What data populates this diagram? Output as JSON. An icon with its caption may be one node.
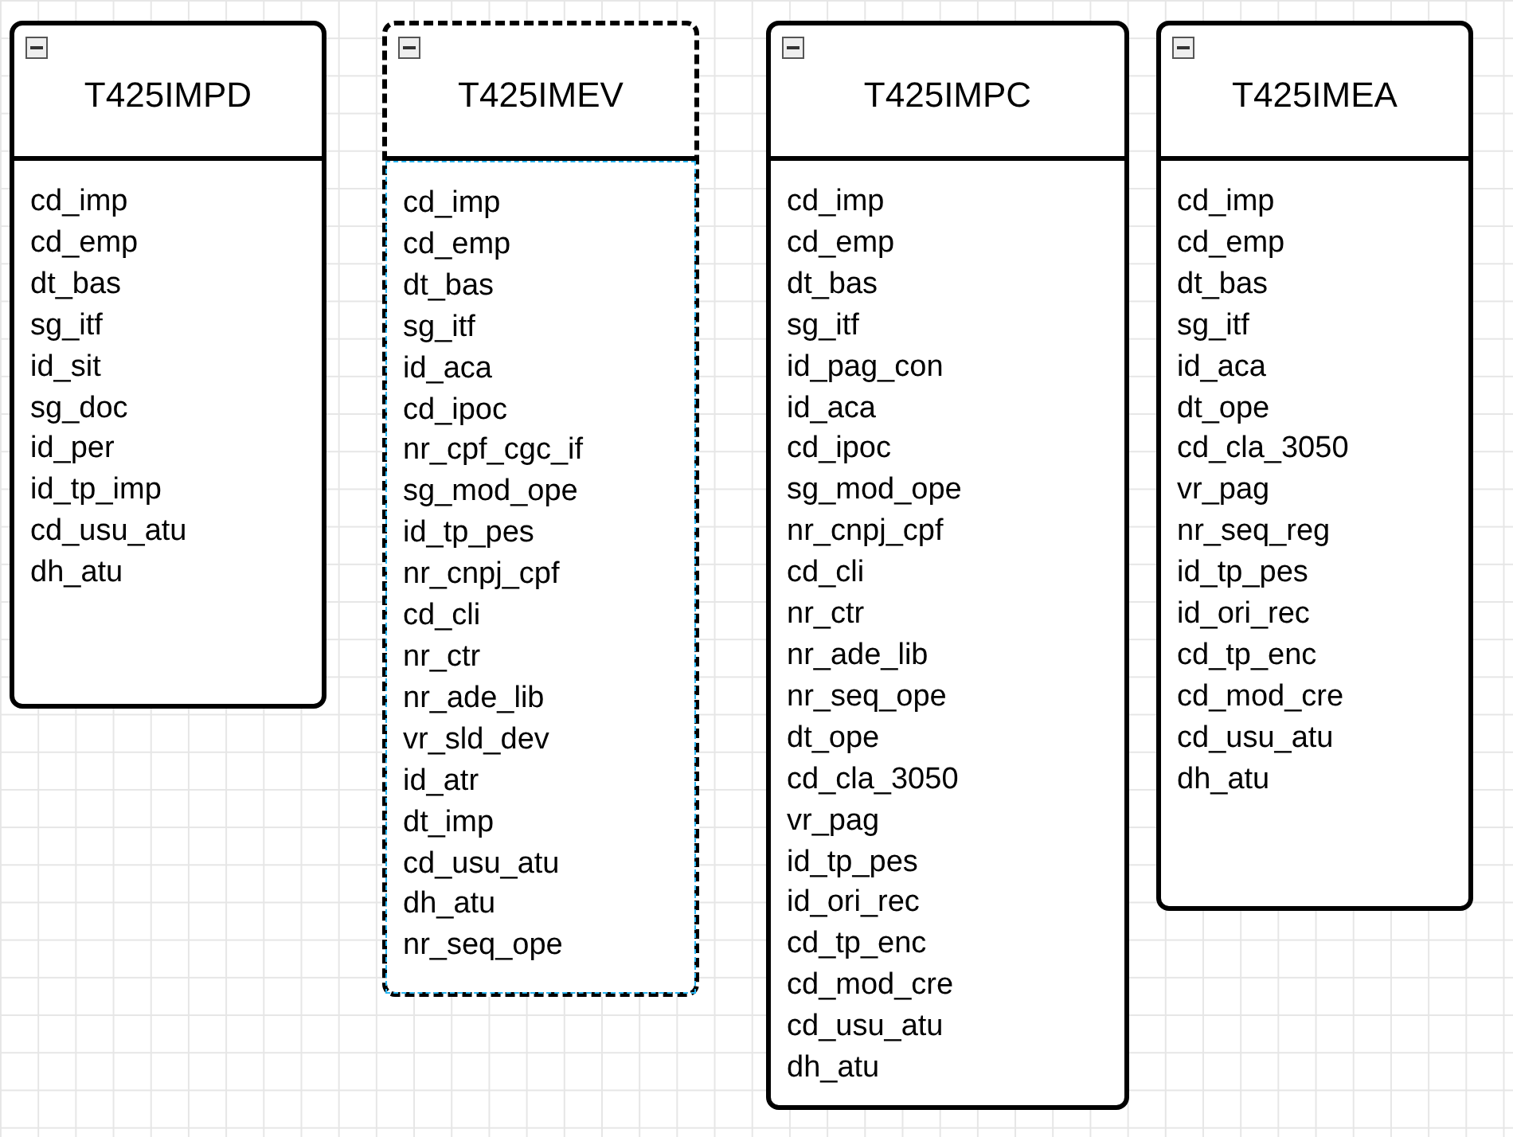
{
  "diagram": {
    "nodes": [
      {
        "text": [
          "T425IMPD",
          "cd_imp",
          "cd_emp",
          "dt_bas",
          "sg_itf",
          "id_sit",
          "sg_doc",
          "id_per",
          "id_tp_imp",
          "cd_usu_atu",
          "dh_atu"
        ]
      },
      {
        "text": [
          "T425IMEV",
          "cd_imp",
          "cd_emp",
          "dt_bas",
          "sg_itf",
          "id_aca",
          "cd_ipoc",
          "nr_cpf_cgc_if",
          "sg_mod_ope",
          "id_tp_pes",
          "nr_cnpj_cpf",
          "cd_cli",
          "nr_ctr",
          "nr_ade_lib",
          "vr_sld_dev",
          "id_atr",
          "dt_imp",
          "cd_usu_atu",
          "dh_atu",
          "nr_seq_ope"
        ]
      },
      {
        "text": [
          "T425IMPC",
          "cd_imp",
          "cd_emp",
          "dt_bas",
          "sg_itf",
          "id_pag_con",
          "id_aca",
          "cd_ipoc",
          "sg_mod_ope",
          "nr_cnpj_cpf",
          "cd_cli",
          "nr_ctr",
          "nr_ade_lib",
          "nr_seq_ope",
          "dt_ope",
          "cd_cla_3050",
          "vr_pag",
          "id_tp_pes",
          "id_ori_rec",
          "cd_tp_enc",
          "cd_mod_cre",
          "cd_usu_atu",
          "dh_atu"
        ]
      },
      {
        "text": [
          "T425IMEA",
          "cd_imp",
          "cd_emp",
          "dt_bas",
          "sg_itf",
          "id_aca",
          "dt_ope",
          "cd_cla_3050",
          "vr_pag",
          "nr_seq_reg",
          "id_tp_pes",
          "id_ori_rec",
          "cd_tp_enc",
          "cd_mod_cre",
          "cd_usu_atu",
          "dh_atu"
        ]
      }
    ]
  }
}
